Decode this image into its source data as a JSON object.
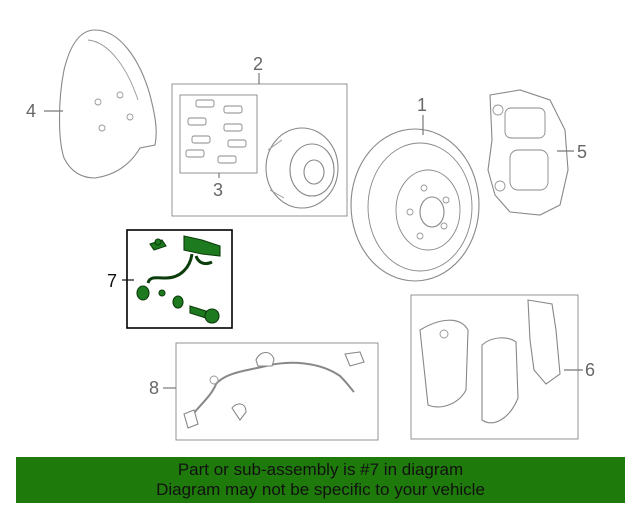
{
  "callouts": {
    "c1": "1",
    "c2": "2",
    "c3": "3",
    "c4": "4",
    "c5": "5",
    "c6": "6",
    "c7": "7",
    "c8": "8"
  },
  "highlight_color": "#1f7a0c",
  "banner": {
    "line1": "Part or sub-assembly is #7 in diagram",
    "line2": "Diagram may not be specific to your vehicle"
  }
}
